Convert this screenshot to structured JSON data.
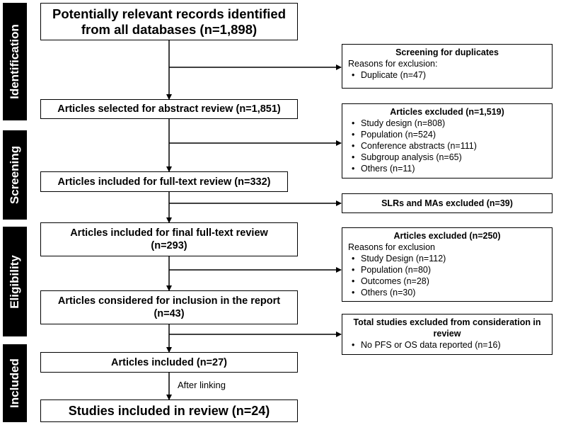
{
  "phases": [
    "Identification",
    "Screening",
    "Eligibility",
    "Included"
  ],
  "main_boxes": [
    "Potentially relevant records identified from all databases (n=1,898)",
    "Articles selected for abstract review (n=1,851)",
    "Articles included for full-text review (n=332)",
    "Articles included for final full-text review (n=293)",
    "Articles considered for inclusion in the report (n=43)",
    "Articles included (n=27)",
    "Studies included in review (n=24)"
  ],
  "side_boxes": [
    {
      "title": "Screening for duplicates",
      "subtitle": "Reasons for exclusion:",
      "items": [
        "Duplicate (n=47)"
      ]
    },
    {
      "title": "Articles excluded (n=1,519)",
      "subtitle": "",
      "items": [
        "Study design (n=808)",
        "Population (n=524)",
        "Conference abstracts (n=111)",
        "Subgroup analysis (n=65)",
        "Others (n=11)"
      ]
    },
    {
      "title": "SLRs and MAs excluded (n=39)",
      "subtitle": "",
      "items": []
    },
    {
      "title": "Articles excluded (n=250)",
      "subtitle": "Reasons for exclusion",
      "items": [
        "Study Design (n=112)",
        "Population (n=80)",
        "Outcomes (n=28)",
        "Others (n=30)"
      ]
    },
    {
      "title": "Total studies excluded from consideration in review",
      "subtitle": "",
      "items": [
        "No PFS or OS data reported (n=16)"
      ]
    }
  ],
  "link_note": "After linking"
}
